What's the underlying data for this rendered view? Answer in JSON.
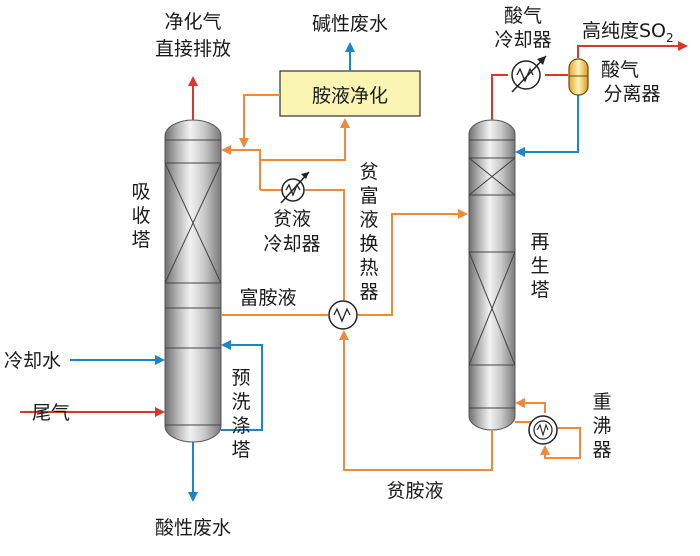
{
  "labels": {
    "purified_gas": [
      "净化气",
      "直接排放"
    ],
    "alkaline_waste": "碱性废水",
    "amine_purify": "胺液净化",
    "acid_cooler": [
      "酸气",
      "冷却器"
    ],
    "high_purity_so2": "高纯度SO",
    "so2_sub": "2",
    "acid_separator": [
      "酸气",
      "分离器"
    ],
    "absorber": [
      "吸",
      "收",
      "塔"
    ],
    "lean_cooler": [
      "贫液",
      "冷却器"
    ],
    "lean_rich_exchanger": [
      "贫",
      "富",
      "液",
      "换",
      "热",
      "器"
    ],
    "regenerator": [
      "再",
      "生",
      "塔"
    ],
    "rich_amine": "富胺液",
    "cooling_water": "冷却水",
    "tail_gas": "尾气",
    "prewash": [
      "预",
      "洗",
      "涤",
      "塔"
    ],
    "reboiler": [
      "重",
      "沸",
      "器"
    ],
    "lean_amine": "贫胺液",
    "acid_waste": "酸性废水"
  },
  "colors": {
    "gas": "#d8382b",
    "water": "#1a86c8",
    "amine": "#ee8a3c",
    "purify_box": "#fbf5b4"
  }
}
